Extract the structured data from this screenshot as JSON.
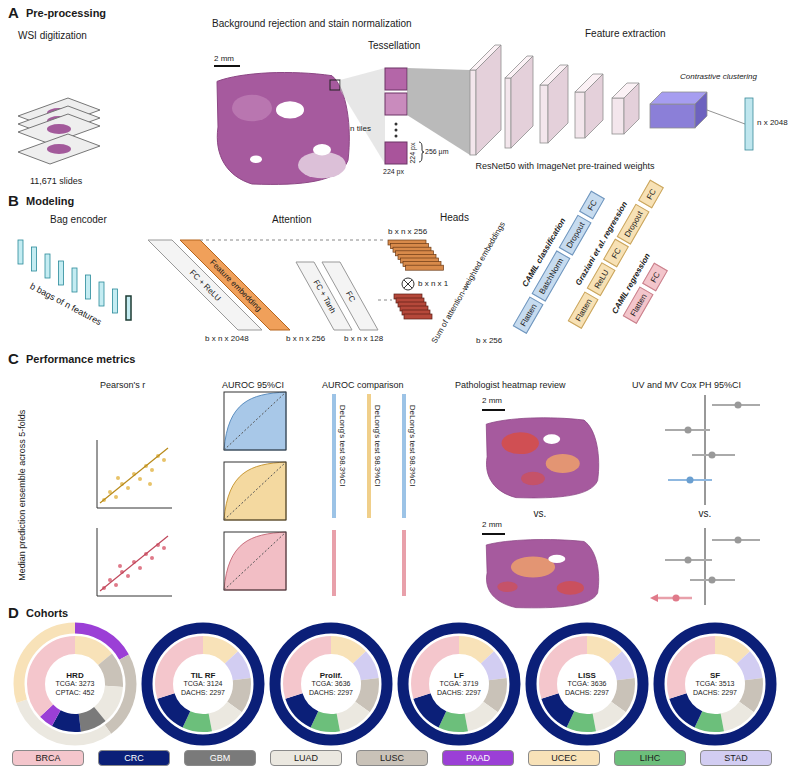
{
  "diagram": {
    "nodes": [
      {
        "text": [
          "Flatten"
        ]
      },
      {
        "text": [
          "BatchNorm"
        ]
      },
      {
        "text": [
          "Dropout"
        ]
      },
      {
        "text": [
          "FC"
        ]
      },
      {
        "text": [
          "Flatten"
        ]
      },
      {
        "text": [
          "ReLU"
        ]
      },
      {
        "text": [
          "FC"
        ]
      },
      {
        "text": [
          "Dropout"
        ]
      },
      {
        "text": [
          "FC"
        ]
      },
      {
        "text": [
          "Flatten"
        ]
      },
      {
        "text": [
          "FC"
        ]
      },
      {
        "text": [
          "HRD",
          "TCGA: 3273",
          "CPTAC: 452"
        ]
      },
      {
        "text": [
          "TIL RF",
          "TCGA: 3124",
          "DACHS: 2297"
        ]
      },
      {
        "text": [
          "Prolif.",
          "TCGA: 3636",
          "DACHS: 2297"
        ]
      },
      {
        "text": [
          "LF",
          "TCGA: 3719",
          "DACHS: 2297"
        ]
      },
      {
        "text": [
          "LISS",
          "TCGA: 3636",
          "DACHS: 2297"
        ]
      },
      {
        "text": [
          "SF",
          "TCGA: 3513",
          "DACHS: 2297"
        ]
      }
    ],
    "labels": [
      "A",
      "Pre-processing",
      "WSI digitization",
      "Background rejection and stain normalization",
      "2 mm",
      "Tessellation",
      "Feature extraction",
      "11,671 slides",
      "224 px",
      "256 µm",
      "224 px",
      "n tiles",
      "Contrastive clustering",
      "n x 2048",
      "ResNet50 with ImageNet pre-trained weights",
      "B",
      "Modeling",
      "Bag encoder",
      "Attention",
      "Heads",
      "b bags of n features",
      "FC + ReLU",
      "Feature embedding",
      "b x n x 2048",
      "FC + Tanh",
      "FC",
      "b x n x 256",
      "b x n x 1",
      "b x n x 256",
      "b x n x 128",
      "Sum of attention-weighted embeddings",
      "b x 256",
      "CAMIL classification",
      "Graziani et al. regression",
      "CAMIL regression",
      "C",
      "Performance metrics",
      "Median prediction ensemble across 5-folds",
      "Pearson's r",
      "AUROC 95%CI",
      "AUROC comparison",
      "DeLong's test 98.3%CI",
      "DeLong's test 98.3%CI",
      "DeLong's test 98.3%CI",
      "Pathologist heatmap review",
      "2 mm",
      "vs.",
      "2 mm",
      "UV and MV Cox PH 95%CI",
      "vs.",
      "D",
      "Cohorts"
    ],
    "legend": [
      {
        "text": "BRCA",
        "color": "#f4c6cc"
      },
      {
        "text": "CRC",
        "color": "#0b1f78"
      },
      {
        "text": "GBM",
        "color": "#7a7a7a"
      },
      {
        "text": "LUAD",
        "color": "#ebe8e0"
      },
      {
        "text": "LUSC",
        "color": "#c9c2b8"
      },
      {
        "text": "PAAD",
        "color": "#9b3fd6"
      },
      {
        "text": "UCEC",
        "color": "#f8e2b8"
      },
      {
        "text": "LIHC",
        "color": "#6cbf7b"
      },
      {
        "text": "STAD",
        "color": "#d2cdf2"
      }
    ]
  }
}
